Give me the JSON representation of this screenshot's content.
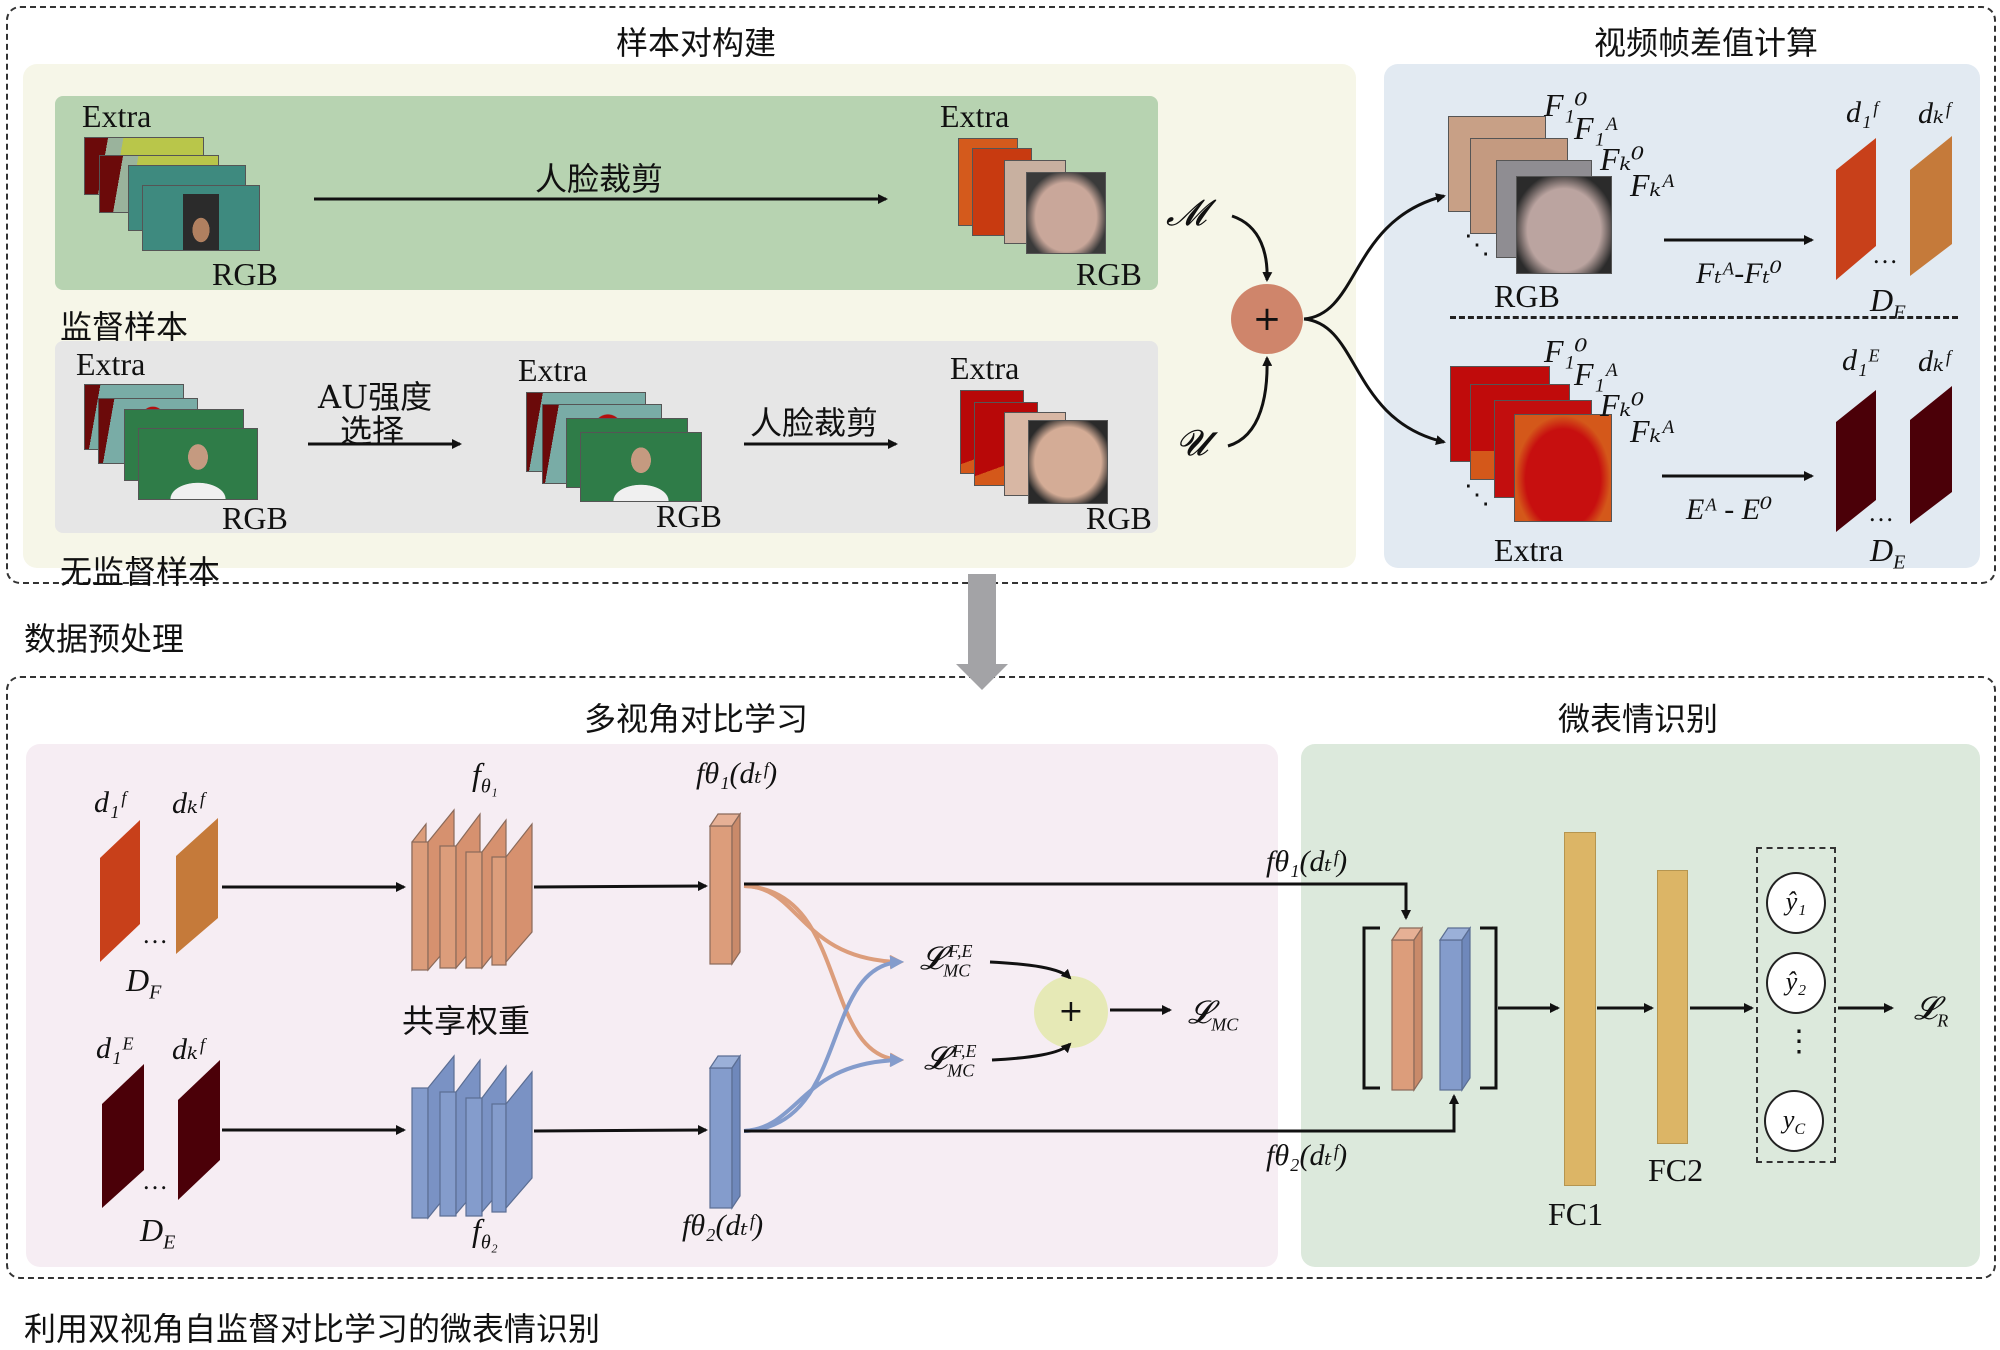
{
  "sections": {
    "top_title": "样本对构建",
    "frame_diff_title": "视频帧差值计算",
    "preprocess_label": "数据预处理",
    "contrastive_title": "多视角对比学习",
    "recognition_title": "微表情识别",
    "bottom_caption": "利用双视角自监督对比学习的微表情识别"
  },
  "sample_construction": {
    "supervised": {
      "label": "监督样本",
      "input_extra": "Extra",
      "input_rgb": "RGB",
      "step": "人脸裁剪",
      "output_extra": "Extra",
      "output_rgb": "RGB",
      "set_symbol": "𝓜"
    },
    "unsupervised": {
      "label": "无监督样本",
      "input_extra": "Extra",
      "input_rgb": "RGB",
      "step1_line1": "AU强度",
      "step1_line2": "选择",
      "mid_extra": "Extra",
      "mid_rgb": "RGB",
      "step2": "人脸裁剪",
      "output_extra": "Extra",
      "output_rgb": "RGB",
      "set_symbol": "𝓤"
    },
    "combine_symbol": "+"
  },
  "frame_diff": {
    "rgb_branch": {
      "frame_labels": [
        "F₁⁰",
        "F₁ᴬ",
        "Fₖ⁰",
        "Fₖᴬ"
      ],
      "source": "RGB",
      "operation": "Fₜᴬ-Fₜ⁰",
      "outputs": [
        "d₁ᶠ",
        "dₖᶠ"
      ],
      "ellipsis": "…",
      "set_label": "D_F"
    },
    "extra_branch": {
      "frame_labels": [
        "F₁⁰",
        "F₁ᴬ",
        "Fₖ⁰",
        "Fₖᴬ"
      ],
      "source": "Extra",
      "operation": "Eᴬ - E⁰",
      "outputs": [
        "d₁ᴱ",
        "dₖᶠ"
      ],
      "ellipsis": "…",
      "set_label": "D_E"
    }
  },
  "contrastive": {
    "top_inputs": [
      "d₁ᶠ",
      "dₖᶠ"
    ],
    "top_set": "D_F",
    "bottom_inputs": [
      "d₁ᴱ",
      "dₖᶠ"
    ],
    "bottom_set": "D_E",
    "encoder1": "fθ₁",
    "encoder2": "fθ₂",
    "shared_weights": "共享权重",
    "feature1": "fθ₁(dₜᶠ)",
    "feature2": "fθ₂(dₜᶠ)",
    "loss_a": "𝓛ᴹᶜ F,E",
    "loss_b": "𝓛ᴹᶜ F,E",
    "sum_symbol": "+",
    "loss_total": "𝓛MC",
    "colors": {
      "branch1": "#dc9d7b",
      "branch2": "#849ccc"
    }
  },
  "recognition": {
    "feature1": "fθ₁(dₜᶠ)",
    "feature2": "fθ₂(dₜᶠ)",
    "fc1": "FC1",
    "fc2": "FC2",
    "outputs": [
      "ŷ₁",
      "ŷ₂",
      "⋮",
      "y_C"
    ],
    "loss": "𝓛R",
    "fc_color": "#dcb566"
  }
}
